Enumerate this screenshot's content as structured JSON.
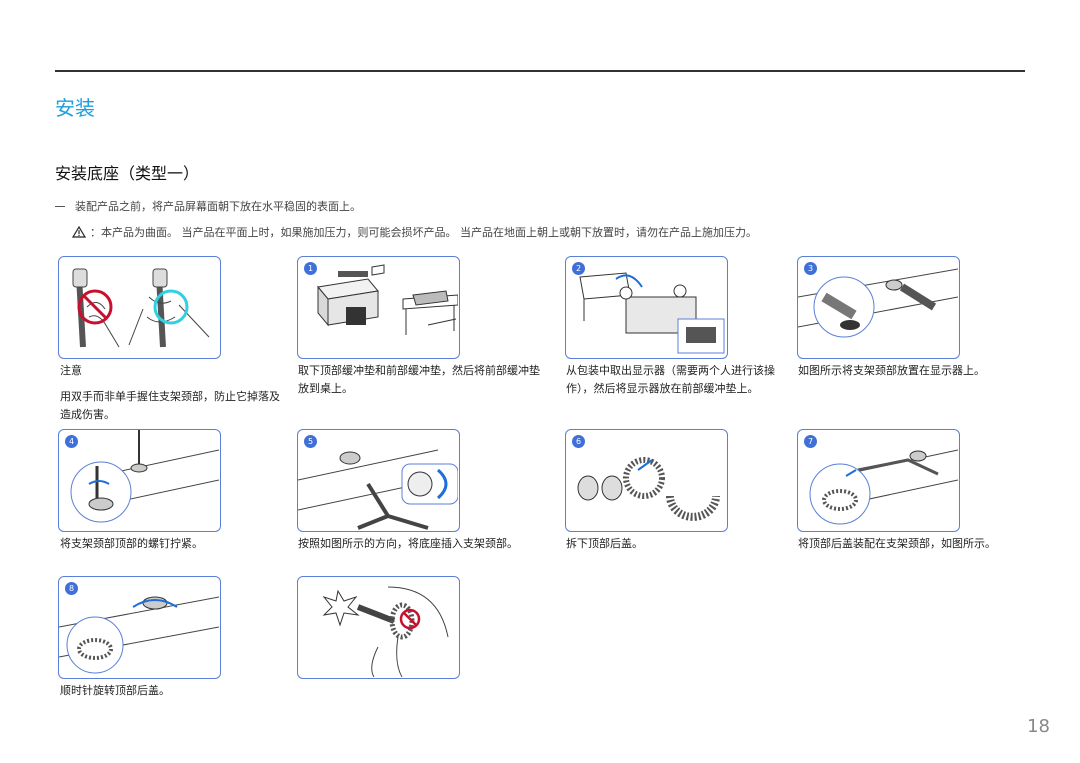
{
  "header": {
    "title": "安装",
    "subtitle": "安装底座（类型一）"
  },
  "notes": {
    "prep": "装配产品之前，将产品屏幕面朝下放在水平稳固的表面上。",
    "caution": "：本产品为曲面。 当产品在平面上时，如果施加压力，则可能会损坏产品。 当产品在地面上朝上或朝下放置时，请勿在产品上施加压力。"
  },
  "steps": [
    {
      "badge": "",
      "caption_title": "注意",
      "caption": "用双手而非单手握住支架颈部，防止它掉落及造成伤害。"
    },
    {
      "badge": "1",
      "caption": "取下顶部缓冲垫和前部缓冲垫，然后将前部缓冲垫放到桌上。"
    },
    {
      "badge": "2",
      "caption": "从包装中取出显示器（需要两个人进行该操作），然后将显示器放在前部缓冲垫上。"
    },
    {
      "badge": "3",
      "caption": "如图所示将支架颈部放置在显示器上。"
    },
    {
      "badge": "4",
      "caption": "将支架颈部顶部的螺钉拧紧。"
    },
    {
      "badge": "5",
      "caption": "按照如图所示的方向，将底座插入支架颈部。"
    },
    {
      "badge": "6",
      "caption": "拆下顶部后盖。"
    },
    {
      "badge": "7",
      "caption": "将顶部后盖装配在支架颈部，如图所示。"
    },
    {
      "badge": "8",
      "caption": "顺时针旋转顶部后盖。"
    },
    {
      "badge": "",
      "caption": ""
    }
  ],
  "footer": {
    "page_number": "18"
  },
  "colors": {
    "accent": "#1a9fe0",
    "panel_border": "#5b7fd6",
    "prohibit": "#c8102e",
    "ok": "#2fd0e0"
  }
}
